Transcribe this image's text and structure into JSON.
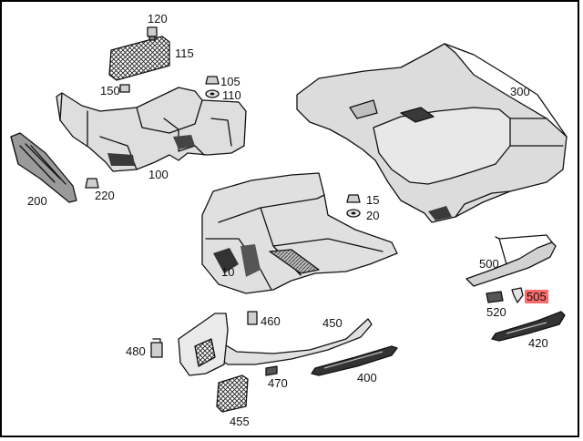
{
  "parts": [
    {
      "id": "part-120",
      "label": "120",
      "icon": "clip-icon"
    },
    {
      "id": "part-115",
      "label": "115",
      "icon": "mesh-panel-icon"
    },
    {
      "id": "part-105",
      "label": "105",
      "icon": "clip-icon"
    },
    {
      "id": "part-150",
      "label": "150",
      "icon": "clip-icon"
    },
    {
      "id": "part-110",
      "label": "110",
      "icon": "grommet-icon"
    },
    {
      "id": "part-300",
      "label": "300",
      "icon": "floor-carpet-rear-icon"
    },
    {
      "id": "part-100",
      "label": "100",
      "icon": "floor-carpet-front-icon"
    },
    {
      "id": "part-200",
      "label": "200",
      "icon": "bracket-panel-icon"
    },
    {
      "id": "part-220",
      "label": "220",
      "icon": "clip-icon"
    },
    {
      "id": "part-15",
      "label": "15",
      "icon": "clip-icon"
    },
    {
      "id": "part-20",
      "label": "20",
      "icon": "grommet-icon"
    },
    {
      "id": "part-10",
      "label": "10",
      "icon": "trunk-liner-icon"
    },
    {
      "id": "part-500",
      "label": "500",
      "icon": "sill-trim-icon"
    },
    {
      "id": "part-505",
      "label": "505",
      "icon": "clip-icon",
      "highlighted": true
    },
    {
      "id": "part-520",
      "label": "520",
      "icon": "clip-icon"
    },
    {
      "id": "part-420",
      "label": "420",
      "icon": "sill-plate-icon"
    },
    {
      "id": "part-460",
      "label": "460",
      "icon": "clip-icon"
    },
    {
      "id": "part-450",
      "label": "450",
      "icon": "sill-trim-icon"
    },
    {
      "id": "part-480",
      "label": "480",
      "icon": "clip-icon"
    },
    {
      "id": "part-470",
      "label": "470",
      "icon": "clip-icon"
    },
    {
      "id": "part-400",
      "label": "400",
      "icon": "sill-plate-icon"
    },
    {
      "id": "part-455",
      "label": "455",
      "icon": "mesh-panel-icon"
    }
  ],
  "colors": {
    "highlight": "#ff6a6a",
    "line": "#111111",
    "fill": "#d6d6d6"
  }
}
